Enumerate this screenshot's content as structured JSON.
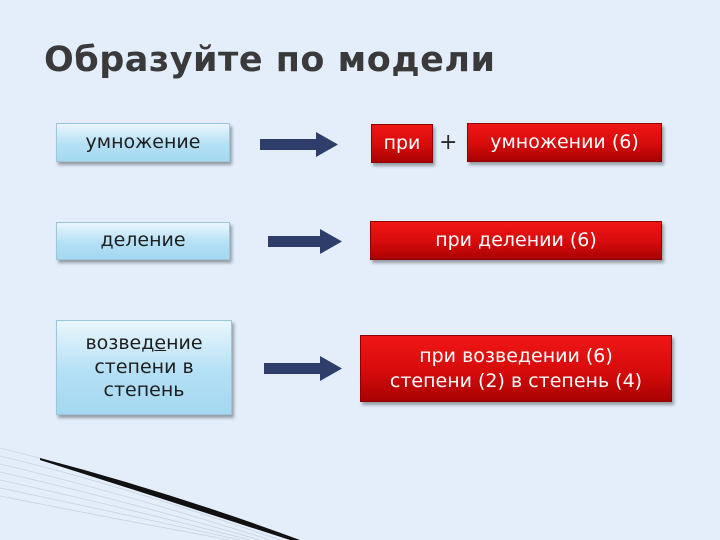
{
  "title": "Образуйте по модели",
  "rows": [
    {
      "source": "умножение",
      "result_prefix": "при",
      "plus": "+",
      "result_main": "умножении (6)"
    },
    {
      "source": "деление",
      "result": "при делении (6)"
    },
    {
      "source_parts": [
        "возвед",
        "е",
        "ние"
      ],
      "source_line2": "степени в",
      "source_line3": "степень",
      "result_line1": "при возведении (6)",
      "result_line2": "степени (2) в степень (4)"
    }
  ],
  "colors": {
    "background": "#e4eefb",
    "label_box": "#b4e0f5",
    "answer_box": "#d60b0b",
    "arrow": "#2e3d6a"
  }
}
